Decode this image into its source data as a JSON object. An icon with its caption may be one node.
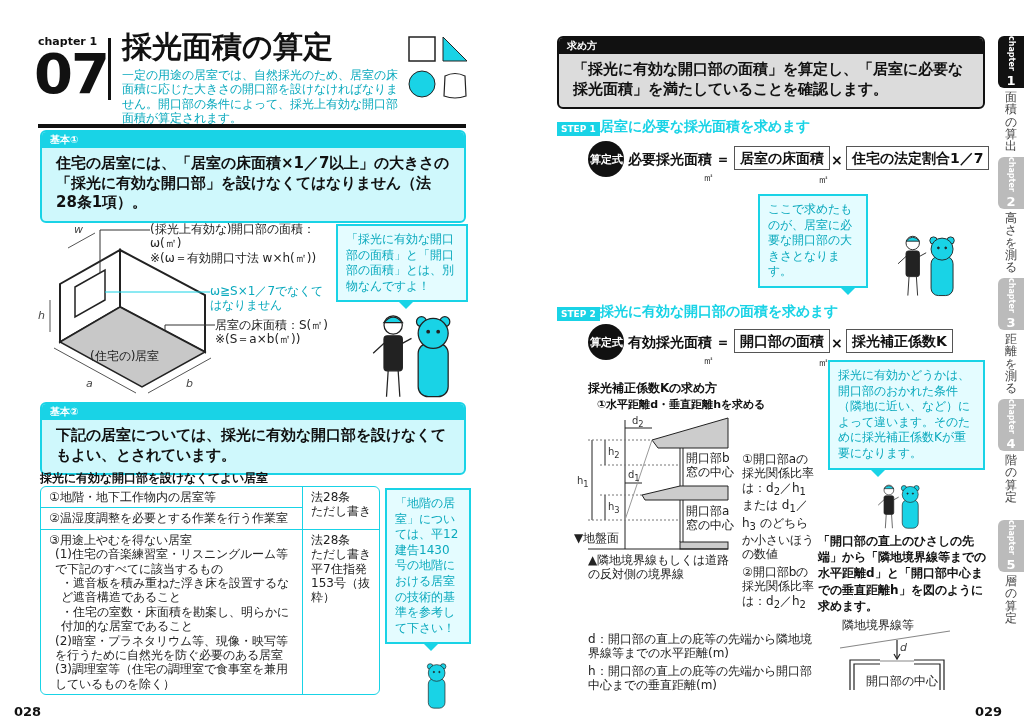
{
  "diagram": {
    "title": "採光面積の算定",
    "nodes": [
      {
        "text": [
          "基本①",
          "住宅の居室には、「居室の床面積×1／7以上」の大きさの「採光に有効な開口部」を設けなくてはなりません（法28条1項）。"
        ]
      },
      {
        "text": [],
        "shape": "box"
      },
      {
        "text": [],
        "shape": "box"
      },
      {
        "text": [
          "(採光上有効な)開口部の面積：ω(㎡)",
          "※(ω＝有効開口寸法 w×h(㎡))"
        ]
      },
      {
        "text": [
          "ω≧S×1／7でなくてはなりません"
        ]
      },
      {
        "text": [
          "居室の床面積：S(㎡)",
          "※(S＝a×b(㎡))"
        ]
      },
      {
        "text": [
          "「採光に有効な開口部の面積」と「開口部の面積」とは、別物なんですよ！"
        ]
      },
      {
        "text": [
          "基本②",
          "下記の居室については、採光に有効な開口部を設けなくてもよい、とされています。"
        ]
      },
      {
        "text": [
          "「地階の居室」については、平12建告1430号の地階における居室の技術的基準を参考して下さい！"
        ]
      },
      {
        "text": [
          "求め方",
          "「採光に有効な開口部の面積」を算定し、「居室に必要な採光面積」を満たしていることを確認します。"
        ]
      },
      {
        "text": [
          "算定式"
        ]
      },
      {
        "text": [
          "居室の床面積"
        ]
      },
      {
        "text": [
          "住宅の法定割合1／7"
        ]
      },
      {
        "text": [
          "ここで求めたものが、居室に必要な開口部の大きさとなります。"
        ]
      },
      {
        "text": [
          "算定式"
        ]
      },
      {
        "text": [
          "開口部の面積"
        ]
      },
      {
        "text": [
          "採光補正係数K"
        ]
      },
      {
        "text": [
          "採光に有効かどうかは、開口部のおかれた条件（隣地に近い、など）によって違います。そのために採光補正係数Kが重要になります。"
        ]
      },
      {
        "text": [
          "chapter",
          "1"
        ],
        "beside": [
          "面積の算出"
        ]
      },
      {
        "text": [
          "chapter",
          "2"
        ],
        "beside": [
          "高さを測る"
        ]
      },
      {
        "text": [
          "chapter",
          "3"
        ],
        "beside": [
          "距離を測る"
        ]
      },
      {
        "text": [
          "chapter",
          "4"
        ],
        "beside": [
          "階の算定"
        ]
      },
      {
        "text": [
          "chapter",
          "5"
        ],
        "beside": [
          "層の算定"
        ]
      }
    ],
    "edges": [
      {
        "from": 3,
        "to": 1,
        "arrow": "none"
      },
      {
        "from": 4,
        "to": 1,
        "arrow": "none",
        "color": "#19d3e6"
      },
      {
        "from": 5,
        "to": 2,
        "arrow": "none"
      }
    ],
    "labels": [
      "chapter 1",
      "07",
      "一定の用途の居室では、自然採光のため、居室の床面積に応じた大きさの開口部を設けなければなりません。開口部の条件によって、採光上有効な開口部面積が算定されます。",
      "w",
      "h",
      "a",
      "b",
      "(住宅の)居室",
      "採光に有効な開口部を設けなくてよい居室",
      "①地階・地下工作物内の居室等",
      "法28条",
      "ただし書き",
      "②温湿度調整を必要とする作業を行う作業室",
      "③用途上やむを得ない居室",
      "(1)住宅の音楽練習室・リスニングルーム等で下記のすべてに該当するもの",
      "・遮音板を積み重ねた浮き床を設置するなど遮音構造であること",
      "・住宅の室数・床面積を勘案し、明らかに付加的な居室であること",
      "(2)暗室・プラネタリウム等、現像・映写等を行うために自然光を防ぐ必要のある居室",
      "(3)調理室等（住宅の調理室で食事室を兼用しているものを除く）",
      "法28条",
      "ただし書き",
      "平7住指発153号（抜粋）",
      "028",
      "STEP 1",
      "居室に必要な採光面積を求めます",
      "必要採光面積",
      "＝",
      "㎡",
      "×",
      "㎡",
      "STEP 2",
      "採光に有効な開口部の面積を求めます",
      "有効採光面積",
      "＝",
      "㎡",
      "×",
      "㎡",
      "採光補正係数Kの求め方",
      "①水平距離d・垂直距離hを求める",
      "d$_{2}$",
      "h$_{2}$",
      "d$_{1}$",
      "h$_{1}$",
      "h$_{3}$",
      "開口部b 窓の中心",
      "開口部a 窓の中心",
      "▼地盤面",
      "▲隣地境界線もしくは道路の反対側の境界線",
      "①開口部aの採光関係比率は：d$_{2}$／h$_{1}$ または d$_{1}$／h$_{3}$ のどちらか小さいほうの数値",
      "②開口部bの採光関係比率は：d$_{2}$／h$_{2}$",
      "d：開口部の直上の庇等の先端から隣地境界線等までの水平距離(m)",
      "h：開口部の直上の庇等の先端から開口部中心までの垂直距離(m)",
      "「開口部の直上のひさしの先端」から「隣地境界線等までの水平距離d」と「開口部中心までの垂直距離h」を図のように求めます。",
      "隣地境界線等",
      "d",
      "開口部の中心",
      "029"
    ]
  }
}
